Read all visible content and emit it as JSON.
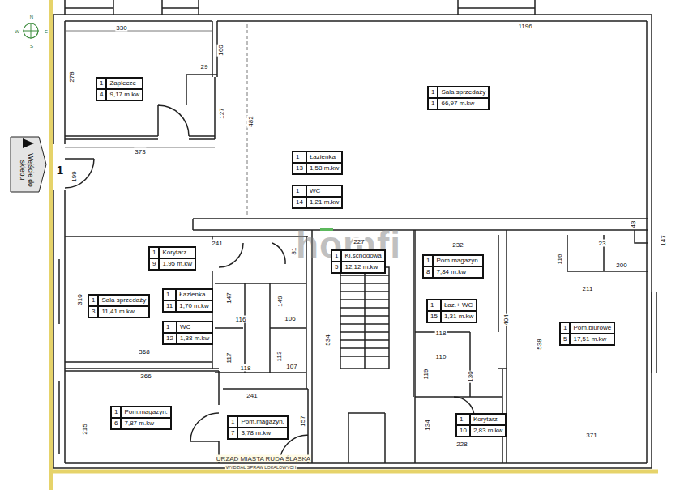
{
  "diagram": {
    "nodes": [
      {
        "text": [
          "1",
          "Zaplecze",
          "4",
          "9,17 m.kw"
        ]
      },
      {
        "text": [
          "1",
          "Sala sprzedaży",
          "1",
          "66,97 m.kw"
        ]
      },
      {
        "text": [
          "Wejście do sklepu"
        ]
      },
      {
        "text": [
          "1",
          "Łazienka",
          "13",
          "1,58 m.kw"
        ]
      },
      {
        "text": [
          "1",
          "WC",
          "14",
          "1,21 m.kw"
        ]
      },
      {
        "text": [
          "1",
          "Korytarz",
          "9",
          "1,95 m.kw"
        ]
      },
      {
        "text": [
          "1",
          "Kl.schodowa",
          "5",
          "12,12 m.kw"
        ]
      },
      {
        "text": [
          "1",
          "Pom.magazyn.",
          "8",
          "7,84 m.kw"
        ]
      },
      {
        "text": [
          "1",
          "Sala sprzedaży",
          "3",
          "11,41 m.kw"
        ]
      },
      {
        "text": [
          "1",
          "Łazienka",
          "11",
          "1,70 m.kw"
        ]
      },
      {
        "text": [
          "1",
          "WC",
          "12",
          "1,38 m.kw"
        ]
      },
      {
        "text": [
          "1",
          "Łaz.+ WC",
          "15",
          "1,31 m.kw"
        ]
      },
      {
        "text": [
          "1",
          "Pom.biurowe",
          "5",
          "17,51 m.kw"
        ]
      },
      {
        "text": [
          "1",
          "Pom.magazyn.",
          "6",
          "7,87 m.kw"
        ]
      },
      {
        "text": [
          "1",
          "Pom.magazyn.",
          "7",
          "3,78 m.kw"
        ]
      },
      {
        "text": [
          "1",
          "Korytarz",
          "10",
          "2,83 m.kw"
        ]
      }
    ],
    "labels": [
      "N",
      "W",
      "E",
      "S",
      "330",
      "1196",
      "278",
      "160",
      "29",
      "127",
      "482",
      "373",
      "1",
      "199",
      "homfi",
      "241",
      "81",
      "227",
      "232",
      "43",
      "147",
      "23",
      "116",
      "200",
      "211",
      "310",
      "147",
      "149",
      "116",
      "106",
      "404",
      "534",
      "118",
      "538",
      "368",
      "110",
      "117",
      "113",
      "107",
      "118",
      "119",
      "130",
      "366",
      "241",
      "215",
      "157",
      "134",
      "228",
      "371",
      "URZĄD MIASTA RUDA ŚLĄSKA",
      "WYDZIAŁ SPRAW LOKALOWYCH"
    ]
  }
}
